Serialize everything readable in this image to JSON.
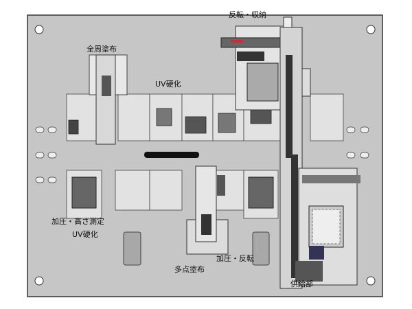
{
  "diagram": {
    "labels": {
      "flip_store": "反転・収納",
      "full_coat": "全周塗布",
      "uv_cure_top": "UV硬化",
      "press_height": "加圧・高さ測定",
      "uv_cure_bottom": "UV硬化",
      "multi_point_coat": "多点塗布",
      "press_flip": "加圧・反転",
      "supply": "供給部"
    },
    "colors": {
      "plate": "#c6c6c6",
      "module": "#e2e2e2",
      "outline": "#2a2a2a",
      "accent": "#c0303a"
    }
  }
}
